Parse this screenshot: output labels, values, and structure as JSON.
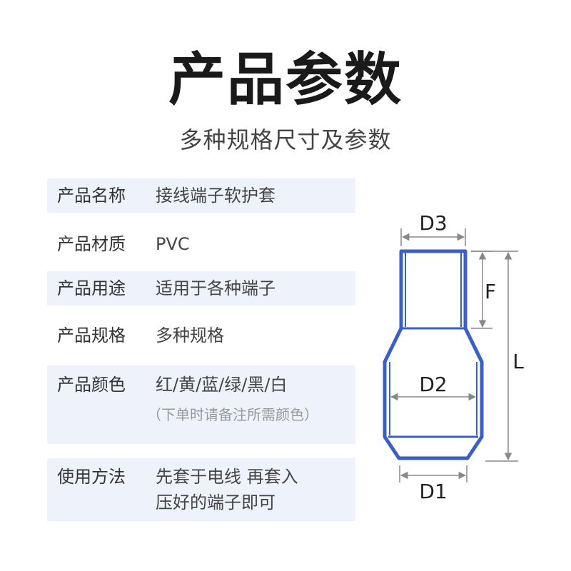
{
  "header": {
    "title": "产品参数",
    "subtitle": "多种规格尺寸及参数"
  },
  "specs": [
    {
      "label": "产品名称",
      "value": "接线端子软护套"
    },
    {
      "label": "产品材质",
      "value": "PVC"
    },
    {
      "label": "产品用途",
      "value": "适用于各种端子"
    },
    {
      "label": "产品规格",
      "value": "多种规格"
    },
    {
      "label": "产品颜色",
      "value": "红/黄/蓝/绿/黑/白",
      "note": "（下单时请备注所需颜色）"
    },
    {
      "label": "使用方法",
      "value_line1": "先套于电线 再套入",
      "value_line2": "压好的端子即可"
    }
  ],
  "diagram": {
    "labels": {
      "d3": "D3",
      "d2": "D2",
      "d1": "D1",
      "f": "F",
      "l": "L"
    },
    "colors": {
      "outline": "#3b5fc4",
      "dimension": "#888888"
    }
  }
}
